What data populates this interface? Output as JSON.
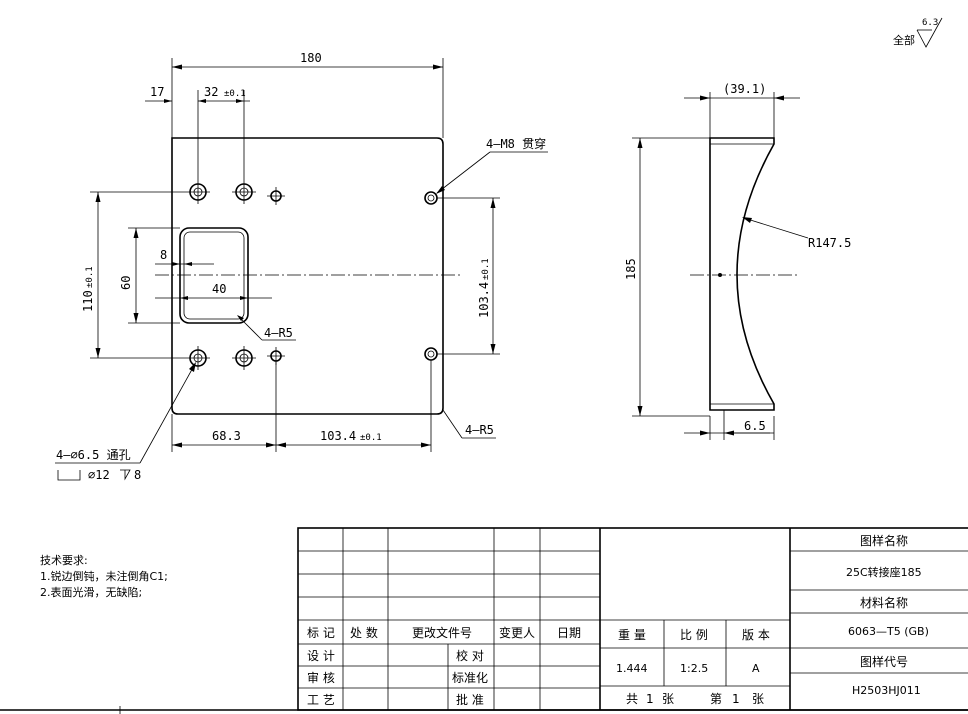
{
  "roughness": {
    "label": "全部",
    "value": "6.3"
  },
  "front_view": {
    "dim_overall_width": "180",
    "dim_edge_offset": "17",
    "dim_hole_spacing": "32",
    "dim_hole_spacing_tol": "±0.1",
    "dim_thread_note": "4—M8 贯穿",
    "dim_height_holes": "110",
    "dim_height_holes_tol": "±0.1",
    "dim_pocket_height": "60",
    "dim_pocket_offset": "8",
    "dim_pocket_width": "40",
    "dim_pocket_radius": "4—R5",
    "dim_right_hole_height": "103.4",
    "dim_right_hole_height_tol": "±0.1",
    "dim_bottom_left": "68.3",
    "dim_bottom_right": "103.4",
    "dim_bottom_right_tol": "±0.1",
    "dim_corner_radius": "4—R5",
    "dim_through_hole": "4—∅6.5 通孔",
    "dim_counterbore": "∅12",
    "dim_counterbore_depth": "8"
  },
  "side_view": {
    "dim_thickness": "(39.1)",
    "dim_radius": "R147.5",
    "dim_height": "185",
    "dim_base": "6.5"
  },
  "tech_requirements": {
    "title": "技术要求:",
    "items": [
      "1.锐边倒钝，未注倒角C1;",
      "2.表面光滑，无缺陷;"
    ]
  },
  "title_block": {
    "headers": [
      "标 记",
      "处 数",
      "更改文件号",
      "变更人",
      "日期"
    ],
    "row_design": "设 计",
    "row_review": "审 核",
    "row_process": "工 艺",
    "check": "校 对",
    "standardize": "标准化",
    "approve": "批 准",
    "weight_label": "重 量",
    "scale_label": "比 例",
    "version_label": "版 本",
    "weight_value": "1.444",
    "scale_value": "1:2.5",
    "version_value": "A",
    "total": "共",
    "total_num": "1",
    "sheet_unit": "张",
    "sheet": "第",
    "sheet_num": "1",
    "sheet_unit2": "张",
    "drawing_name_label": "图样名称",
    "drawing_name": "25C转接座185",
    "material_label": "材料名称",
    "material": "6063—T5 (GB)",
    "code_label": "图样代号",
    "code": "H2503HJ011"
  }
}
